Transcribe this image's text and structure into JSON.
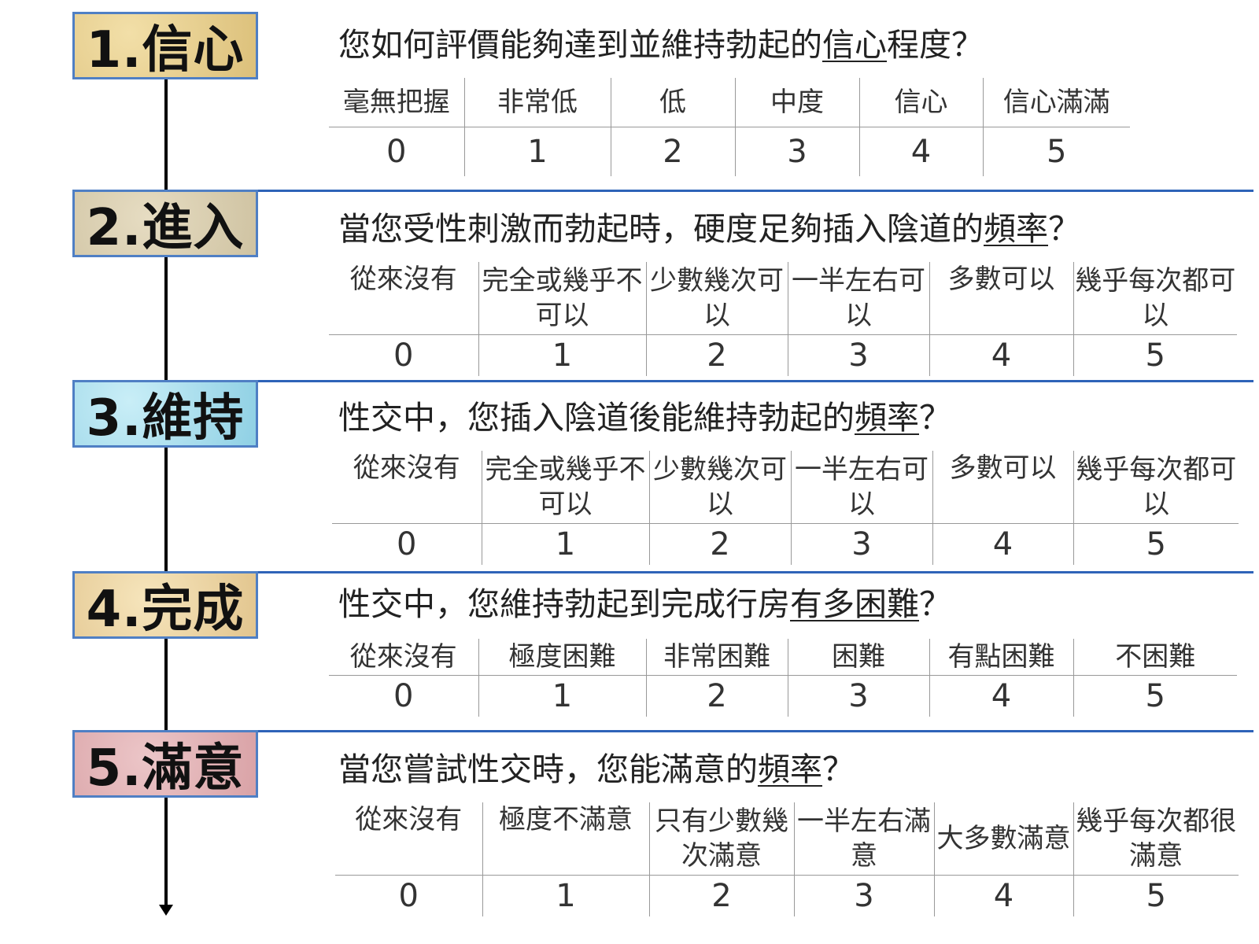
{
  "colors": {
    "separator": "#2e63b8",
    "box_border": "#4f7fc4",
    "box_confidence": "#e8cf8f",
    "box_penetration": "#dcd2b8",
    "box_maintenance": "#a6dcec",
    "box_completion": "#f0d9a6",
    "box_satisfaction": "#e3b6b8"
  },
  "sections": [
    {
      "label": "1.信心",
      "question": {
        "before": "您如何評價能夠達到並維持勃起的",
        "underlined": "信心",
        "after": "程度？"
      },
      "options": [
        "毫無把握",
        "非常低",
        "低",
        "中度",
        "信心",
        "信心滿滿"
      ],
      "scores": [
        "0",
        "1",
        "2",
        "3",
        "4",
        "5"
      ]
    },
    {
      "label": "2.進入",
      "question": {
        "before": "當您受性刺激而勃起時，硬度足夠插入陰道的",
        "underlined": "頻率",
        "after": "？"
      },
      "options": [
        "從來沒有",
        "完全或幾乎不可以",
        "少數幾次可以",
        "一半左右可以",
        "多數可以",
        "幾乎每次都可以"
      ],
      "scores": [
        "0",
        "1",
        "2",
        "3",
        "4",
        "5"
      ]
    },
    {
      "label": "3.維持",
      "question": {
        "before": "性交中，您插入陰道後能維持勃起的",
        "underlined": "頻率",
        "after": "？"
      },
      "options": [
        "從來沒有",
        "完全或幾乎不可以",
        "少數幾次可以",
        "一半左右可以",
        "多數可以",
        "幾乎每次都可以"
      ],
      "scores": [
        "0",
        "1",
        "2",
        "3",
        "4",
        "5"
      ]
    },
    {
      "label": "4.完成",
      "question": {
        "before": "性交中，您維持勃起到完成行房",
        "underlined": "有多困難",
        "after": "？"
      },
      "options": [
        "從來沒有",
        "極度困難",
        "非常困難",
        "困難",
        "有點困難",
        "不困難"
      ],
      "scores": [
        "0",
        "1",
        "2",
        "3",
        "4",
        "5"
      ]
    },
    {
      "label": "5.滿意",
      "question": {
        "before": "當您嘗試性交時，您能滿意的",
        "underlined": "頻率",
        "after": "？"
      },
      "options": [
        "從來沒有",
        "極度不滿意",
        "只有少數幾次滿意",
        "一半左右滿意",
        "大多數滿意",
        "幾乎每次都很滿意"
      ],
      "scores": [
        "0",
        "1",
        "2",
        "3",
        "4",
        "5"
      ]
    }
  ]
}
